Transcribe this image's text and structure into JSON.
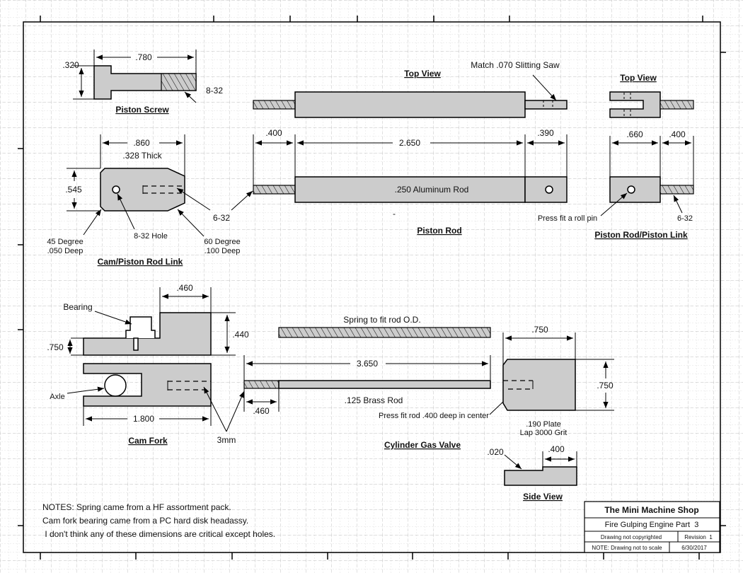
{
  "drawing": {
    "title_block": {
      "company": "The Mini Machine Shop",
      "project": "Fire Gulping Engine Part  3",
      "copyright": "Drawing not copyrighted",
      "revision": "Revision  1",
      "scale_note": "NOTE: Drawing not to scale",
      "date": "6/30/2017"
    },
    "notes": [
      "NOTES: Spring came from a HF assortment pack.",
      "Cam fork bearing came from a PC hard disk headassy.",
      " I don't think any of these dimensions are critical except holes."
    ],
    "piston_screw": {
      "title": "Piston Screw",
      "dim_length": ".780",
      "dim_height": ".320",
      "thread": "8-32"
    },
    "cam_link": {
      "title": "Cam/Piston Rod Link",
      "dim_length": ".860",
      "thickness": ".328 Thick",
      "dim_height": ".545",
      "hole": "8-32 Hole",
      "thread": "6-32",
      "chamfer_left_1": "45 Degree",
      "chamfer_left_2": ".050 Deep",
      "chamfer_right_1": "60 Degree",
      "chamfer_right_2": ".100 Deep"
    },
    "piston_rod": {
      "top_view_title": "Top View",
      "slot_note": "Match .070 Slitting Saw",
      "dim_thread": ".400",
      "dim_body": "2.650",
      "dim_end": ".390",
      "material": ".250 Aluminum Rod",
      "title": "Piston Rod",
      "stray_mark": "-"
    },
    "piston_link": {
      "top_view_title": "Top View",
      "dim_body": ".660",
      "dim_thread": ".400",
      "pin_note": "Press fit a roll pin",
      "thread": "6-32",
      "title": "Piston Rod/Piston Link"
    },
    "cam_fork": {
      "bearing": "Bearing",
      "dim_top": ".460",
      "dim_height": ".440",
      "dim_thick": ".750",
      "axle": "Axle",
      "dim_length": "1.800",
      "bolt": "3mm",
      "title": "Cam Fork"
    },
    "gas_valve": {
      "spring_note": "Spring to fit rod O.D.",
      "dim_length": "3.650",
      "dim_thread": ".460",
      "material": ".125 Brass Rod",
      "press_note": "Press fit rod .400 deep in center",
      "plate_dim_w": ".750",
      "plate_dim_h": ".750",
      "plate_1": ".190 Plate",
      "plate_2": "Lap 3000 Grit",
      "side_dim_step": ".020",
      "side_dim_len": ".400",
      "side_title": "Side View",
      "title": "Cylinder Gas Valve"
    }
  }
}
